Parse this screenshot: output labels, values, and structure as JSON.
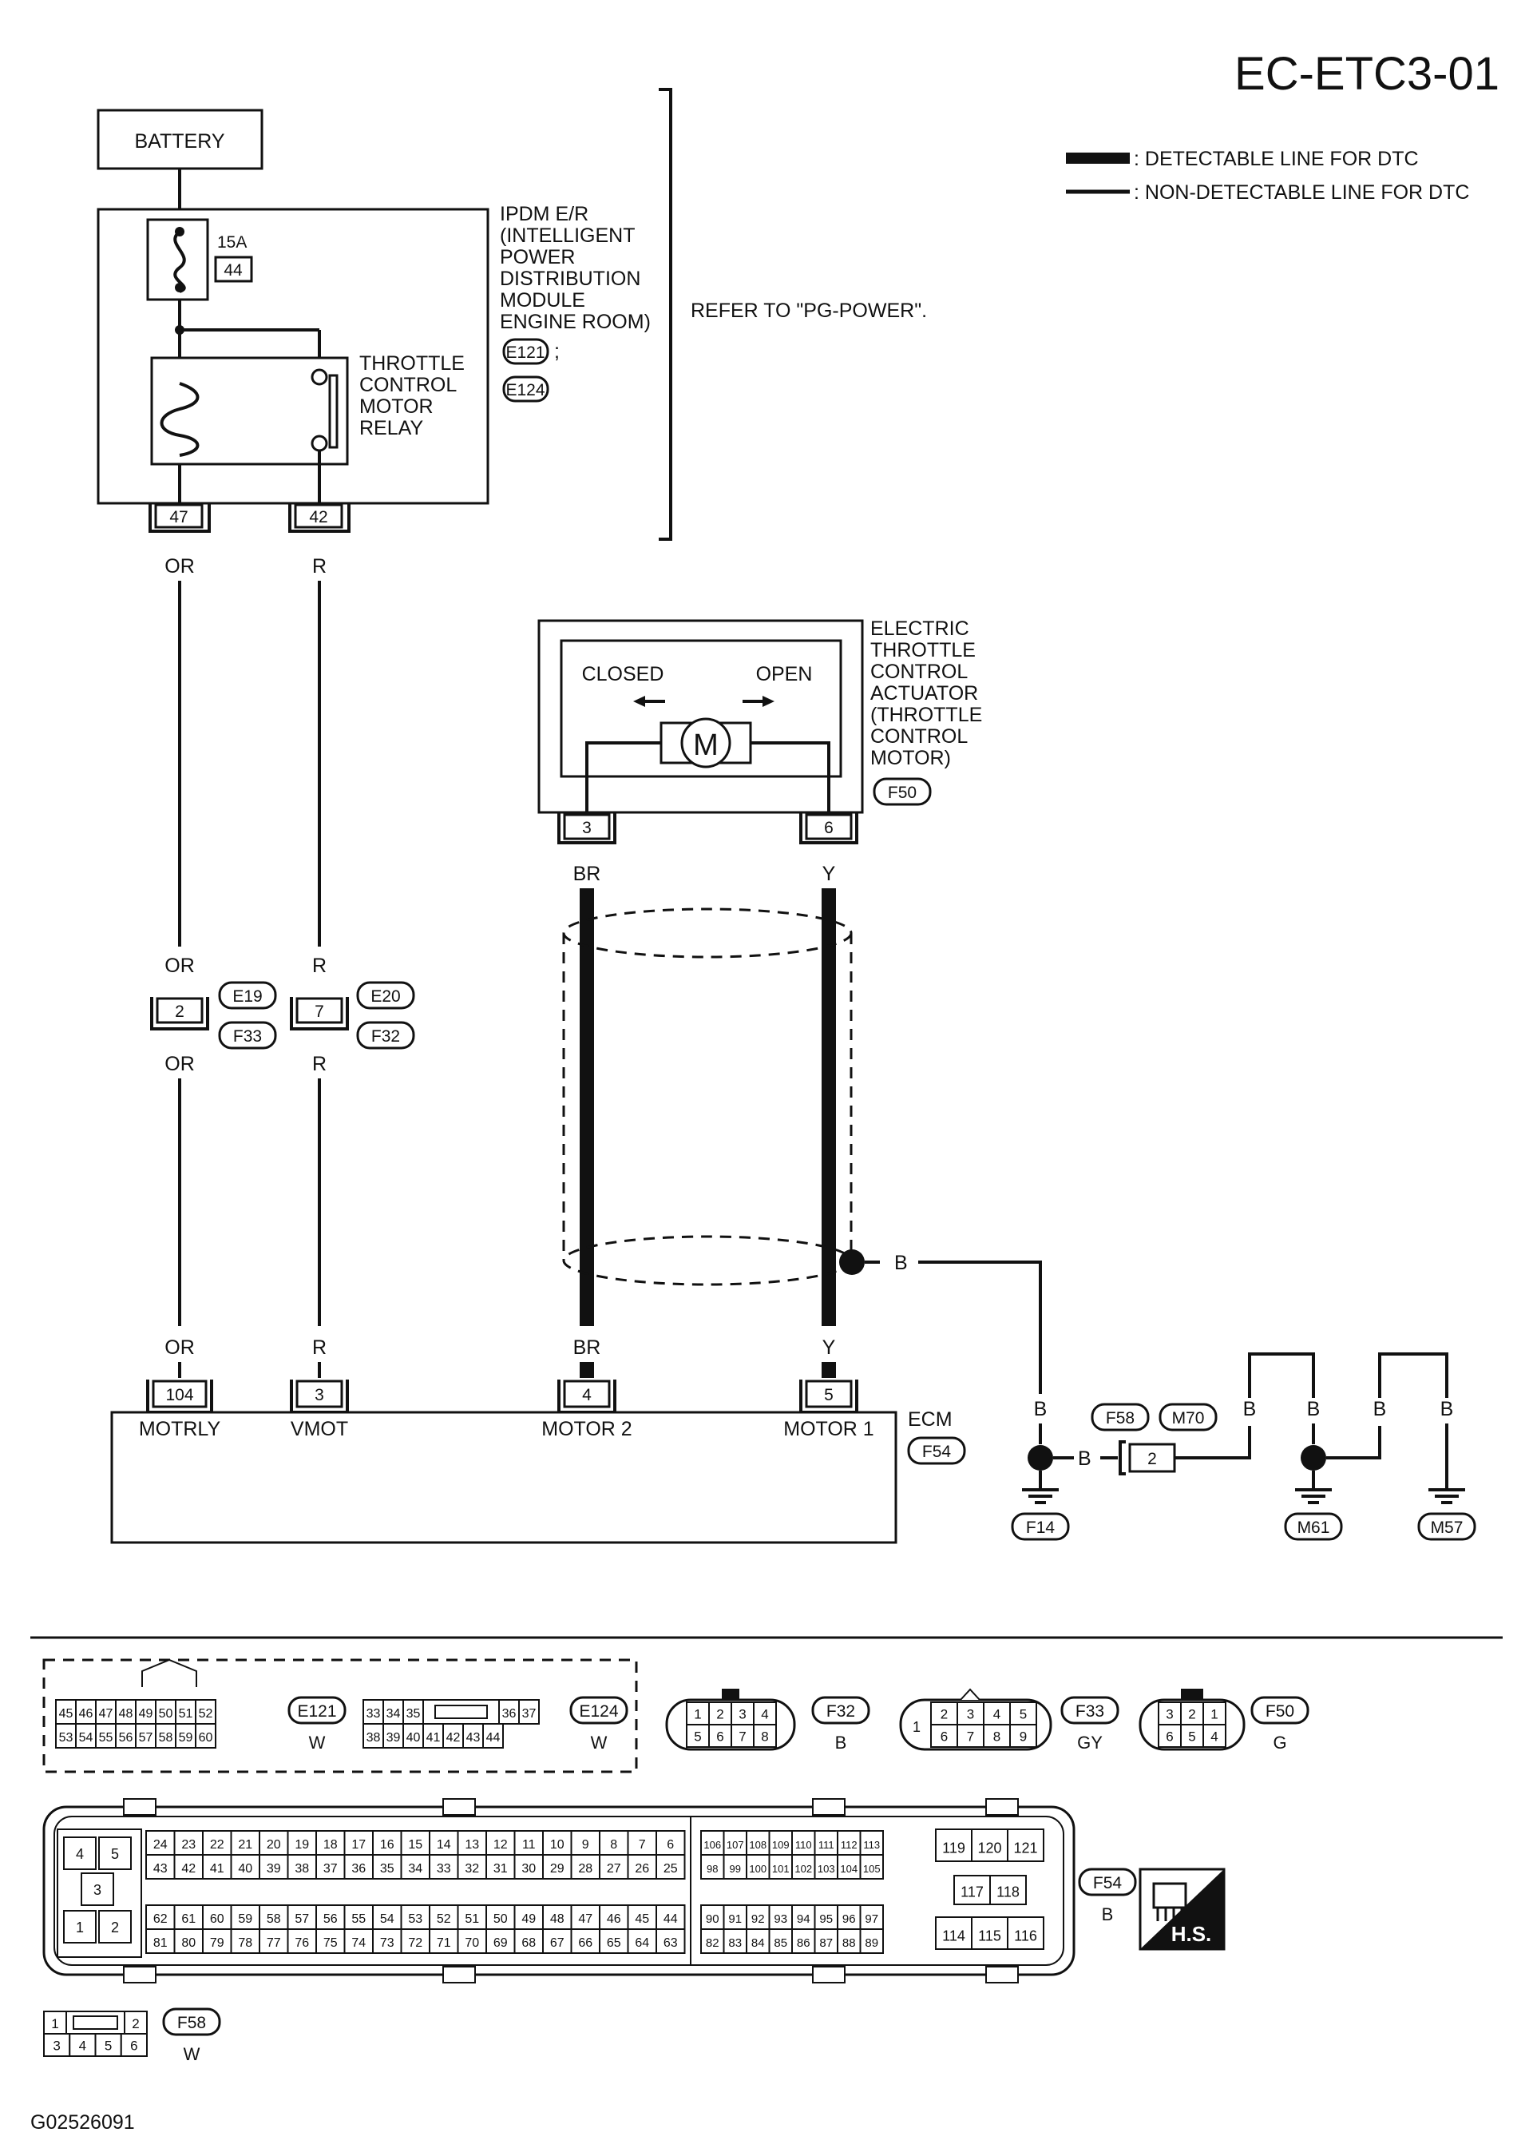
{
  "diagram": {
    "page_id": "EC-ETC3-01",
    "figure_id": "G02526091",
    "legend": {
      "detectable": ": DETECTABLE LINE FOR DTC",
      "non_detectable": ": NON-DETECTABLE LINE FOR DTC"
    },
    "battery": "BATTERY",
    "fuse": {
      "rating": "15A",
      "number": "44"
    },
    "ipdm": {
      "name_lines": [
        "IPDM E/R",
        "(INTELLIGENT",
        "POWER",
        "DISTRIBUTION",
        "MODULE",
        "ENGINE ROOM)"
      ],
      "connectors": [
        "E121",
        "E124"
      ],
      "separator": ";",
      "refer": "REFER TO \"PG-POWER\"."
    },
    "relay": {
      "name_lines": [
        "THROTTLE",
        "CONTROL",
        "MOTOR",
        "RELAY"
      ]
    },
    "ipdm_terminals": [
      {
        "pin": "47",
        "wire": "OR"
      },
      {
        "pin": "42",
        "wire": "R"
      }
    ],
    "actuator": {
      "name_lines": [
        "ELECTRIC",
        "THROTTLE",
        "CONTROL",
        "ACTUATOR",
        "(THROTTLE",
        "CONTROL",
        "MOTOR)"
      ],
      "connector": "F50",
      "closed": "CLOSED",
      "open": "OPEN",
      "motor_symbol": "M",
      "pins": [
        {
          "pin": "3",
          "wire": "BR"
        },
        {
          "pin": "6",
          "wire": "Y"
        }
      ]
    },
    "harness_joints": [
      {
        "pin": "2",
        "wire_top": "OR",
        "wire_bottom": "OR",
        "connectors": [
          "E19",
          "F33"
        ]
      },
      {
        "pin": "7",
        "wire_top": "R",
        "wire_bottom": "R",
        "connectors": [
          "E20",
          "F32"
        ]
      }
    ],
    "ecm": {
      "name": "ECM",
      "connector": "F54",
      "terminals": [
        {
          "pin": "104",
          "wire": "OR",
          "signal": "MOTRLY"
        },
        {
          "pin": "3",
          "wire": "R",
          "signal": "VMOT"
        },
        {
          "pin": "4",
          "wire": "BR",
          "signal": "MOTOR 2"
        },
        {
          "pin": "5",
          "wire": "Y",
          "signal": "MOTOR 1"
        }
      ]
    },
    "ground": {
      "shield_wire": "B",
      "wire": "B",
      "joint_pin": "2",
      "joint_connectors": [
        "F58",
        "M70"
      ],
      "grounds": [
        "F14",
        "M61",
        "M57"
      ]
    },
    "connector_views": {
      "E121": {
        "id": "E121",
        "color": "W",
        "rows": [
          [
            "45",
            "46",
            "47",
            "48",
            "49",
            "50",
            "51",
            "52"
          ],
          [
            "53",
            "54",
            "55",
            "56",
            "57",
            "58",
            "59",
            "60"
          ]
        ]
      },
      "E124": {
        "id": "E124",
        "color": "W",
        "rows": [
          [
            "33",
            "34",
            "35",
            "",
            "36",
            "37"
          ],
          [
            "38",
            "39",
            "40",
            "41",
            "42",
            "43",
            "44"
          ]
        ]
      },
      "F32": {
        "id": "F32",
        "color": "B",
        "rows": [
          [
            "1",
            "2",
            "3",
            "4"
          ],
          [
            "5",
            "6",
            "7",
            "8"
          ]
        ]
      },
      "F33": {
        "id": "F33",
        "color": "GY",
        "single": "1",
        "rows": [
          [
            "2",
            "3",
            "4",
            "5"
          ],
          [
            "6",
            "7",
            "8",
            "9"
          ]
        ]
      },
      "F50": {
        "id": "F50",
        "color": "G",
        "rows": [
          [
            "3",
            "2",
            "1"
          ],
          [
            "6",
            "5",
            "4"
          ]
        ]
      },
      "F54": {
        "id": "F54",
        "color": "B",
        "left_pins": [
          "4",
          "5",
          "3",
          "1",
          "2"
        ],
        "mid_rows": [
          [
            "24",
            "23",
            "22",
            "21",
            "20",
            "19",
            "18",
            "17",
            "16",
            "15",
            "14",
            "13",
            "12",
            "11",
            "10",
            "9",
            "8",
            "7",
            "6"
          ],
          [
            "43",
            "42",
            "41",
            "40",
            "39",
            "38",
            "37",
            "36",
            "35",
            "34",
            "33",
            "32",
            "31",
            "30",
            "29",
            "28",
            "27",
            "26",
            "25"
          ],
          [
            "62",
            "61",
            "60",
            "59",
            "58",
            "57",
            "56",
            "55",
            "54",
            "53",
            "52",
            "51",
            "50",
            "49",
            "48",
            "47",
            "46",
            "45",
            "44"
          ],
          [
            "81",
            "80",
            "79",
            "78",
            "77",
            "76",
            "75",
            "74",
            "73",
            "72",
            "71",
            "70",
            "69",
            "68",
            "67",
            "66",
            "65",
            "64",
            "63"
          ]
        ],
        "right_rows": [
          [
            "106",
            "107",
            "108",
            "109",
            "110",
            "111",
            "112",
            "113"
          ],
          [
            "98",
            "99",
            "100",
            "101",
            "102",
            "103",
            "104",
            "105"
          ],
          [
            "90",
            "91",
            "92",
            "93",
            "94",
            "95",
            "96",
            "97"
          ],
          [
            "82",
            "83",
            "84",
            "85",
            "86",
            "87",
            "88",
            "89"
          ]
        ],
        "far_right": [
          [
            "119",
            "120",
            "121"
          ],
          [
            "117",
            "118"
          ],
          [
            "114",
            "115",
            "116"
          ]
        ]
      },
      "F58": {
        "id": "F58",
        "color": "W",
        "rows": [
          [
            "1",
            "",
            "2"
          ],
          [
            "3",
            "4",
            "5",
            "6"
          ]
        ]
      }
    },
    "hs_badge": "H.S."
  }
}
